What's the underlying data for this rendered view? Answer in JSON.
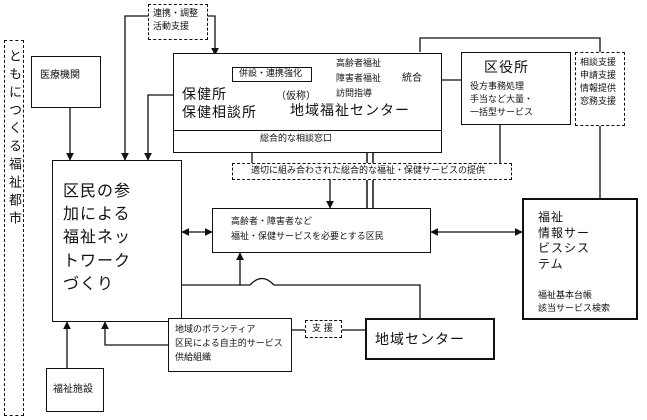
{
  "side_slogan": "ともにつくる福祉都市",
  "liaison_label": "連携・調整\n活動支援",
  "medical": "医療機関",
  "welfare_facility": "福祉施設",
  "network": "区民の参\n加による\n福祉ネッ\nトワーク\nづくり",
  "center_block": {
    "cooperation_label": "併設・連携強化",
    "health_center": "保健所",
    "health_consult": "保健相談所",
    "provisional": "（仮称）",
    "regional_welfare_center": "地域福祉センター",
    "services_list": [
      "高齢者福祉",
      "障害者福祉",
      "訪問指導"
    ],
    "integration": "統合",
    "general_consultation": "総合的な相談窓口"
  },
  "ward_office": {
    "title": "区役所",
    "lines": "役方事務処理\n手当など大量・\n一括型サービス"
  },
  "support_list": "相談支援\n申請支援\n情報提供\n窓務支援",
  "provision_banner": "適切に組み合わされた総合的な福祉・保健サービスの提供",
  "target_residents": "高齢者・障害者など\n福祉・保健サービスを必要とする区民",
  "info_system": {
    "title": "福祉\n情報サー\nビスシス\nテム",
    "sub": "福祉基本台帳\n該当サービス検索"
  },
  "volunteer": "地域のボランティア\n区民による自主的サービス\n供給組織",
  "support_label": "支 援",
  "community_center": "地域センター"
}
